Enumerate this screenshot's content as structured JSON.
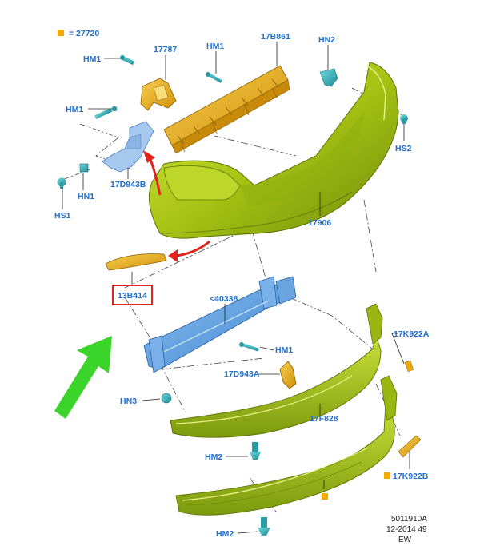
{
  "legend": {
    "symbol_label": "= 27720"
  },
  "labels": {
    "hm1_a": "HM1",
    "hm1_b": "HM1",
    "hm1_c": "HM1",
    "hm1_d": "HM1",
    "p17787": "17787",
    "p17b861": "17B861",
    "hn2": "HN2",
    "hs2": "HS2",
    "p17d943b": "17D943B",
    "hn1": "HN1",
    "hs1": "HS1",
    "p17906": "17906",
    "p13b414": "13B414",
    "p40338": "<40338",
    "p17k922a": "17K922A",
    "p17d943a": "17D943A",
    "hn3": "HN3",
    "p17f828": "17F828",
    "hm2_a": "HM2",
    "hm2_b": "HM2",
    "p17k922b": "17K922B"
  },
  "footer": {
    "line1": "5011910A",
    "line2": "12-2014 49",
    "line3": "EW"
  },
  "colors": {
    "label_blue": "#1f6fd1",
    "bumper_green": "#a8c414",
    "bumper_green_dark": "#6f8a08",
    "bracket_orange": "#e3aa12",
    "beam_blue": "#5b9de0",
    "bracket_light_blue": "#8fb9e6",
    "fastener_teal": "#34b0b8",
    "highlight_red": "#e0241c",
    "arrow_green": "#3bd42a",
    "legend_orange": "#f5a800"
  }
}
